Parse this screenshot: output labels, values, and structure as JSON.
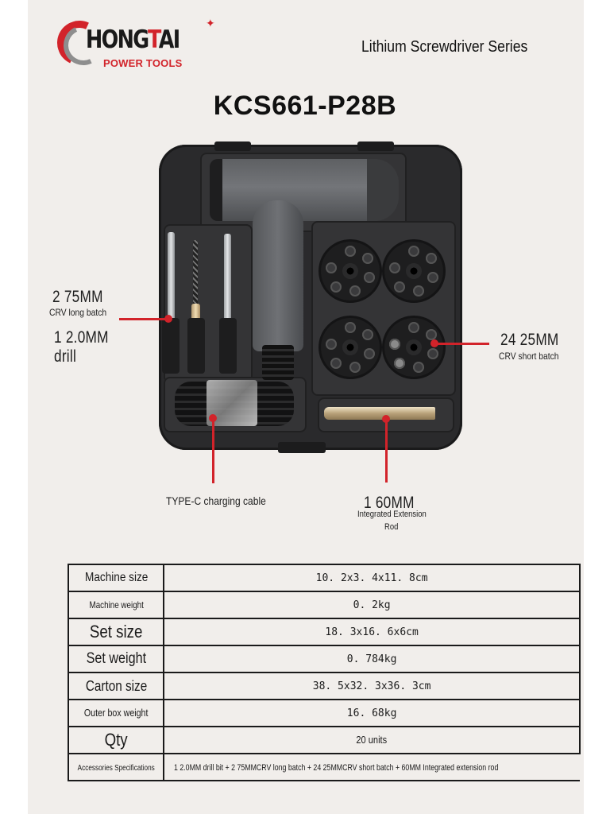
{
  "header": {
    "brand_primary": "HONGTAI",
    "brand_primary_parts": [
      "HONG",
      "T",
      "AI"
    ],
    "brand_secondary": "POWER TOOLS",
    "series": "Lithium Screwdriver Series",
    "model": "KCS661-P28B",
    "brand_color": "#d2232a",
    "brand_star_icon": "✦"
  },
  "callouts": {
    "long_batch": {
      "size": "2 75MM",
      "desc": "CRV long batch"
    },
    "drill": {
      "size": "1 2.0MM",
      "desc": "drill"
    },
    "short_batch": {
      "size": "24 25MM",
      "desc": "CRV short batch"
    },
    "cable": {
      "desc": "TYPE-C charging cable"
    },
    "extension": {
      "size": "1 60MM",
      "desc_line1": "Integrated Extension",
      "desc_line2": "Rod"
    }
  },
  "specs": {
    "rows": [
      {
        "label": "Machine size",
        "value": "10. 2x3. 4x11. 8cm"
      },
      {
        "label": "Machine weight",
        "value": "0. 2kg"
      },
      {
        "label": "Set size",
        "value": "18. 3x16. 6x6cm"
      },
      {
        "label": "Set weight",
        "value": "0. 784kg"
      },
      {
        "label": "Carton size",
        "value": "38. 5x32. 3x36. 3cm"
      },
      {
        "label": "Outer box weight",
        "value": "16. 68kg"
      },
      {
        "label": "Qty",
        "value": "20 units"
      },
      {
        "label": "Accessories Specifications",
        "value": "1 2.0MM drill bit + 2 75MMCRV long batch + 24 25MMCRV short batch + 60MM Integrated extension rod"
      }
    ]
  }
}
